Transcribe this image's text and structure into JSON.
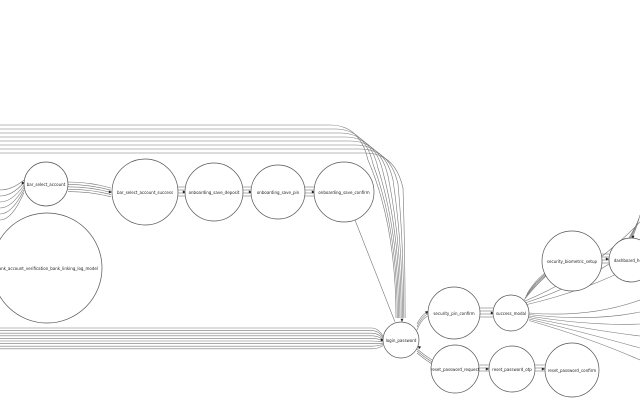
{
  "diagram": {
    "type": "state-flow-graph",
    "nodes": [
      {
        "id": "n_bar_select",
        "label": "bar_select_account"
      },
      {
        "id": "n_bar_select_success",
        "label": "bar_select_account_success"
      },
      {
        "id": "n_onb_deposit",
        "label": "onboarding_save_deposit"
      },
      {
        "id": "n_onb_pin",
        "label": "onboarding_save_pin"
      },
      {
        "id": "n_onb_confirm",
        "label": "onboarding_save_confirm"
      },
      {
        "id": "n_bank_verif",
        "label": "bank_account_verification_bank_linking_log_model"
      },
      {
        "id": "n_login",
        "label": "login_password"
      },
      {
        "id": "n_security_pin",
        "label": "security_pin_confirm"
      },
      {
        "id": "n_success_modal",
        "label": "success_modal"
      },
      {
        "id": "n_security_bio",
        "label": "security_biometric_setup"
      },
      {
        "id": "n_dashboard",
        "label": "dashboard_home"
      },
      {
        "id": "n_reset_req",
        "label": "reset_password_request"
      },
      {
        "id": "n_reset_otp",
        "label": "reset_password_otp"
      },
      {
        "id": "n_reset_confirm",
        "label": "reset_password_confirm"
      }
    ]
  }
}
